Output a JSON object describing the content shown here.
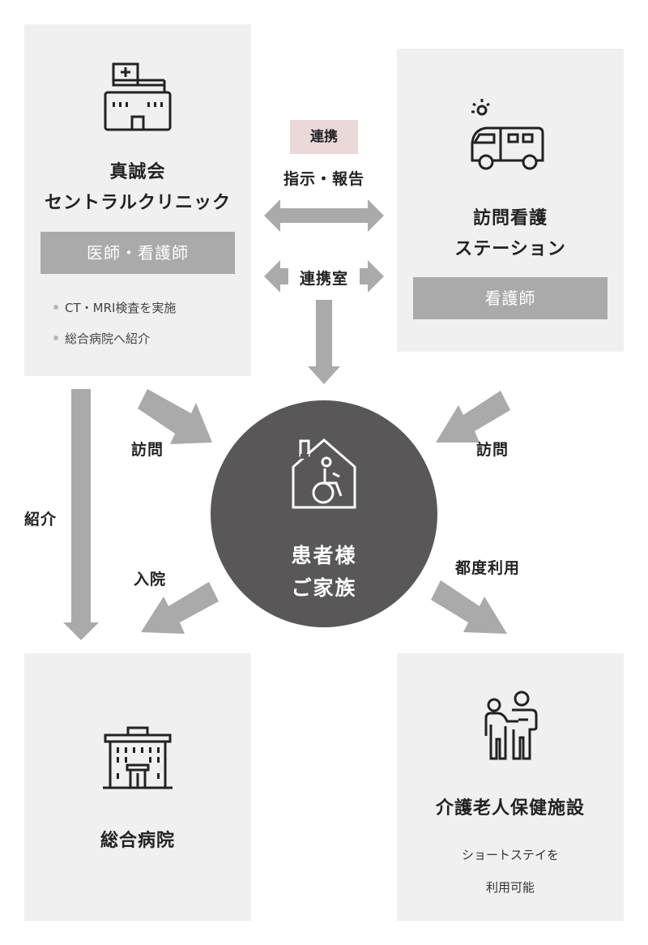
{
  "clinic": {
    "name_line1": "真誠会",
    "name_line2": "セントラルクリニック",
    "role": "医師・看護師",
    "bullets": [
      "CT・MRI検査を実施",
      "総合病院へ紹介"
    ]
  },
  "nursing_station": {
    "name_line1": "訪問看護",
    "name_line2": "ステーション",
    "role": "看護師"
  },
  "link": {
    "badge": "連携",
    "instruction": "指示・報告",
    "office": "連携室"
  },
  "patient": {
    "line1": "患者様",
    "line2": "ご家族"
  },
  "hospital": {
    "name": "総合病院"
  },
  "care_facility": {
    "name": "介護老人保健施設",
    "note_line1": "ショートステイを",
    "note_line2": "利用可能"
  },
  "arrow_labels": {
    "left_visit": "訪問",
    "right_visit": "訪問",
    "referral": "紹介",
    "admission": "入院",
    "as_needed": "都度利用"
  },
  "colors": {
    "panel": "#f0f0f0",
    "arrow": "#aaaaaa",
    "role_bar": "#aaaaaa",
    "patient_circle": "#595757",
    "badge": "#ebd9da"
  }
}
